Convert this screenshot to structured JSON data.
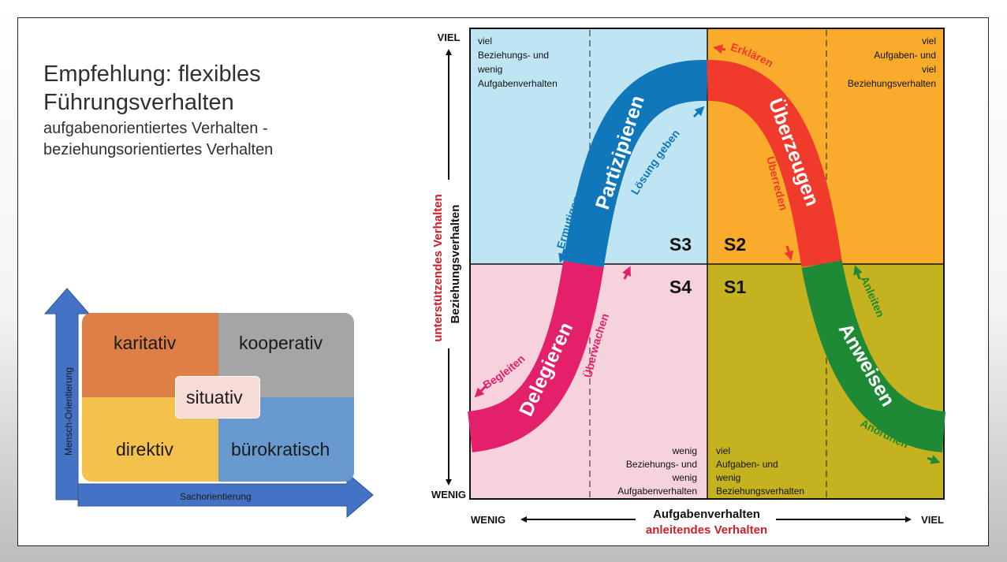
{
  "slide": {
    "title_line1": "Empfehlung: flexibles",
    "title_line2": "Führungsverhalten",
    "subtitle_line1": "aufgabenorientiertes Verhalten -",
    "subtitle_line2": "beziehungsorientiertes Verhalten"
  },
  "style_matrix": {
    "y_axis_label": "Mensch-Orientierung",
    "x_axis_label": "Sachorientierung",
    "top_left": "karitativ",
    "top_right": "kooperativ",
    "bottom_left": "direktiv",
    "bottom_right": "bürokratisch",
    "center": "situativ",
    "colors": {
      "top_left": "#dd7f46",
      "top_right": "#a5a5a5",
      "bottom_left": "#f4c14c",
      "bottom_right": "#689ad0",
      "center": "#f7dcd6",
      "axis": "#4472c4"
    }
  },
  "situational_model": {
    "y_axis_high": "VIEL",
    "y_axis_low": "WENIG",
    "y_axis_label_red": "unterstützendes Verhalten",
    "y_axis_label_black": "Beziehungsverhalten",
    "x_axis_low": "WENIG",
    "x_axis_high": "VIEL",
    "x_axis_label_black": "Aufgabenverhalten",
    "x_axis_label_red": "anleitendes Verhalten",
    "quadrants": {
      "S3": "S3",
      "S2": "S2",
      "S4": "S4",
      "S1": "S1"
    },
    "corner_notes": {
      "top_left": [
        "viel",
        "Beziehungs- und",
        "wenig",
        "Aufgabenverhalten"
      ],
      "top_right": [
        "viel",
        "Aufgaben- und",
        "viel",
        "Beziehungsverhalten"
      ],
      "bottom_center_left": [
        "wenig",
        "Beziehungs- und",
        "wenig",
        "Aufgabenverhalten"
      ],
      "bottom_center_right": [
        "viel",
        "Aufgaben- und",
        "wenig",
        "Beziehungsverhalten"
      ]
    },
    "styles": {
      "delegieren": "Delegieren",
      "partizipieren": "Partizipieren",
      "ueberzeugen": "Überzeugen",
      "anweisen": "Anweisen"
    },
    "behaviors": {
      "begleiten": "Begleiten",
      "ueberwachen": "Überwachen",
      "ermutigen": "Ermutigen",
      "loesung_geben": "Lösung geben",
      "erklaeren": "Erklären",
      "ueberreden": "Überreden",
      "anleiten": "Anleiten",
      "anordnen": "Anordnen"
    },
    "colors": {
      "light_blue": "#bfe5f3",
      "orange": "#f9ac2b",
      "pink": "#f6d2dc",
      "olive": "#c4b31e",
      "magenta": "#e4206a",
      "blue": "#1177bb",
      "red": "#f03a2c",
      "green": "#1f8a35"
    }
  }
}
